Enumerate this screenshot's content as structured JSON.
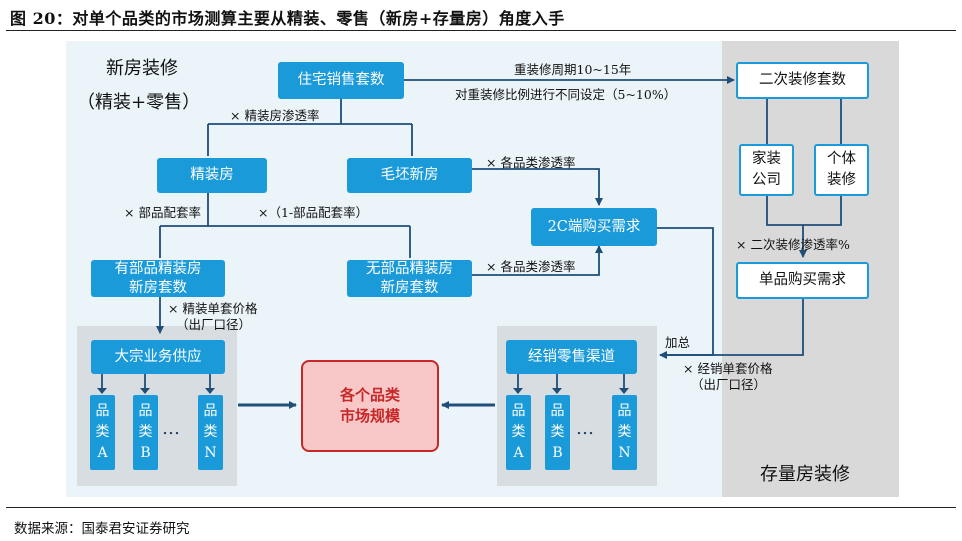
{
  "title": "图 20：对单个品类的市场测算主要从精装、零售（新房+存量房）角度入手",
  "source": "数据来源：国泰君安证券研究",
  "new_house": {
    "label_line1": "新房装修",
    "label_line2": "（精装+零售）",
    "residential_sales": "住宅销售套数",
    "fine_decorated": "精装房",
    "rough_house": "毛坯新房",
    "demand_2c": "2C端购买需求",
    "with_parts": "有部品精装房\n新房套数",
    "without_parts": "无部品精装房\n新房套数",
    "bulk_supply": "大宗业务供应",
    "retail_channel": "经销零售渠道",
    "market_size": "各个品类\n市场规模",
    "bulk_cats": [
      "品类A",
      "品类B",
      "品类N"
    ],
    "retail_cats": [
      "品类A",
      "品类B",
      "品类N"
    ],
    "dots": "…"
  },
  "stock_house": {
    "label": "存量房装修",
    "second_decor": "二次装修套数",
    "home_company": "家装\n公司",
    "individual": "个体\n装修",
    "single_demand": "单品购买需求"
  },
  "annotations": {
    "redecor_period": "重装修周期10~15年",
    "redecor_ratio": "对重装修比例进行不同设定（5~10%）",
    "fine_penetration": "× 精装房渗透率",
    "category_penetration_1": "× 各品类渗透率",
    "parts_rate": "× 部品配套率",
    "one_minus_parts": "×（1-部品配套率）",
    "category_penetration_2": "× 各品类渗透率",
    "fine_unit_price": "× 精装单套价格\n  （出厂口径）",
    "second_penetration": "× 二次装修渗透率%",
    "sum": "加总",
    "retail_unit_price": "× 经销单套价格\n  （出厂口径）"
  },
  "colors": {
    "box": "#1a9ad8",
    "line": "#1f4e79",
    "market": "#c62828",
    "market_fill": "#f8c8c8"
  }
}
